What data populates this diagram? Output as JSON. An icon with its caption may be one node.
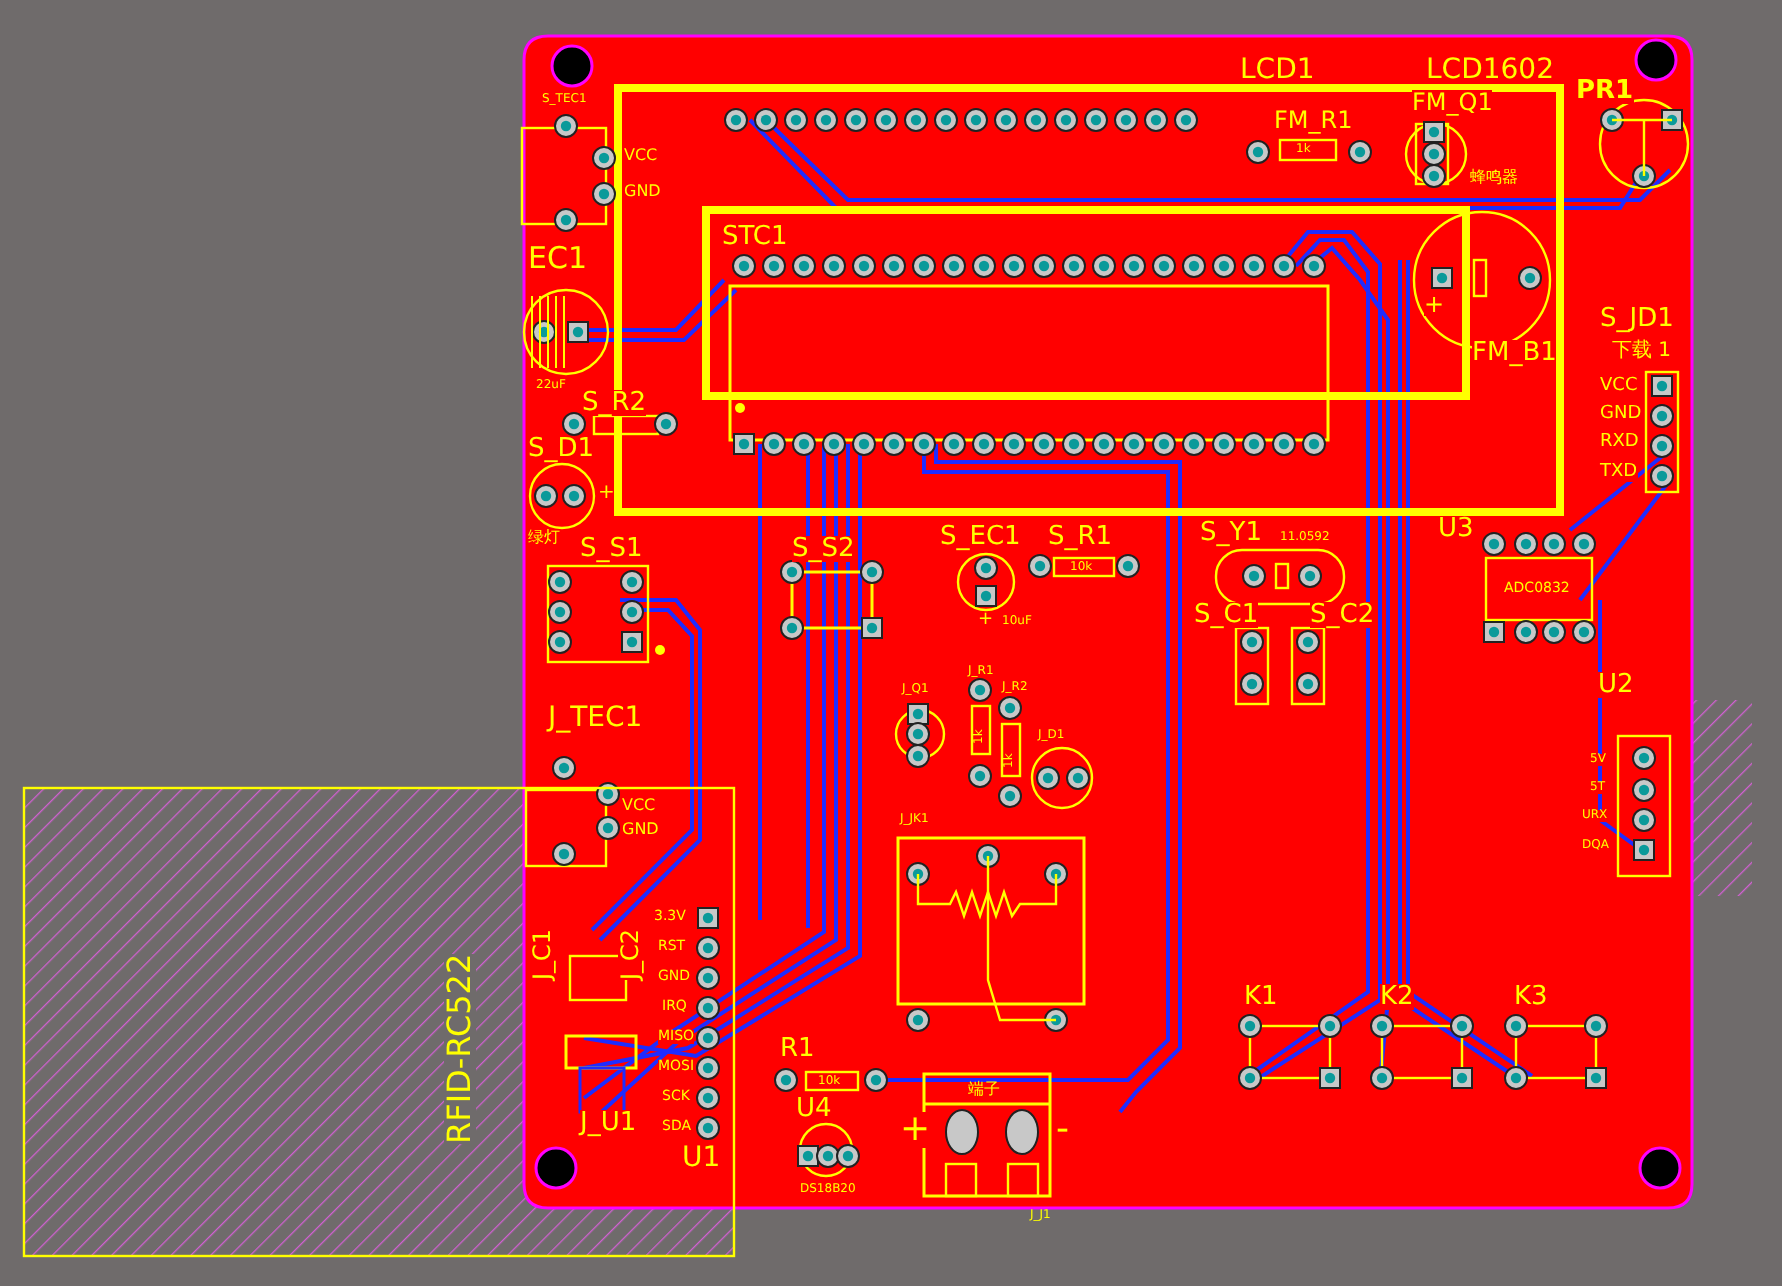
{
  "diagram": {
    "labels": [
      "LCD1",
      "LCD1602",
      "PR1",
      "S_TEC1",
      "FM_Q1",
      "FM_R1",
      "1k",
      "VCC",
      "GND",
      "蜂鸣器",
      "STC1",
      "EC1",
      "+",
      "22uF",
      "FM_B1",
      "S_JD1",
      "下载 1",
      "VCC",
      "GND",
      "RXD",
      "TXD",
      "S_R2",
      "S_D1",
      "+",
      "绿灯",
      "S_S1",
      "S_S2",
      "S_EC1",
      "S_R1",
      "S_Y1",
      "11.0592",
      "U3",
      "10k",
      "+",
      "10uF",
      "ADC0832",
      "S_C1",
      "S_C2",
      "U2",
      "J_Q1",
      "J_R1",
      "J_R2",
      "1k",
      "1k",
      "J_D1",
      "J_TEC1",
      "VCC",
      "GND",
      "5V",
      "5T",
      "URX",
      "DQA",
      "J_JK1",
      "RFID-RC522",
      "J_C1",
      "J_C2",
      "3.3V",
      "RST",
      "GND",
      "IRQ",
      "MISO",
      "MOSI",
      "SCK",
      "SDA",
      "J_U1",
      "U1",
      "R1",
      "10k",
      "U4",
      "DS18B20",
      "端子",
      "+",
      "-",
      "J_J1",
      "K1",
      "K2",
      "K3"
    ]
  }
}
